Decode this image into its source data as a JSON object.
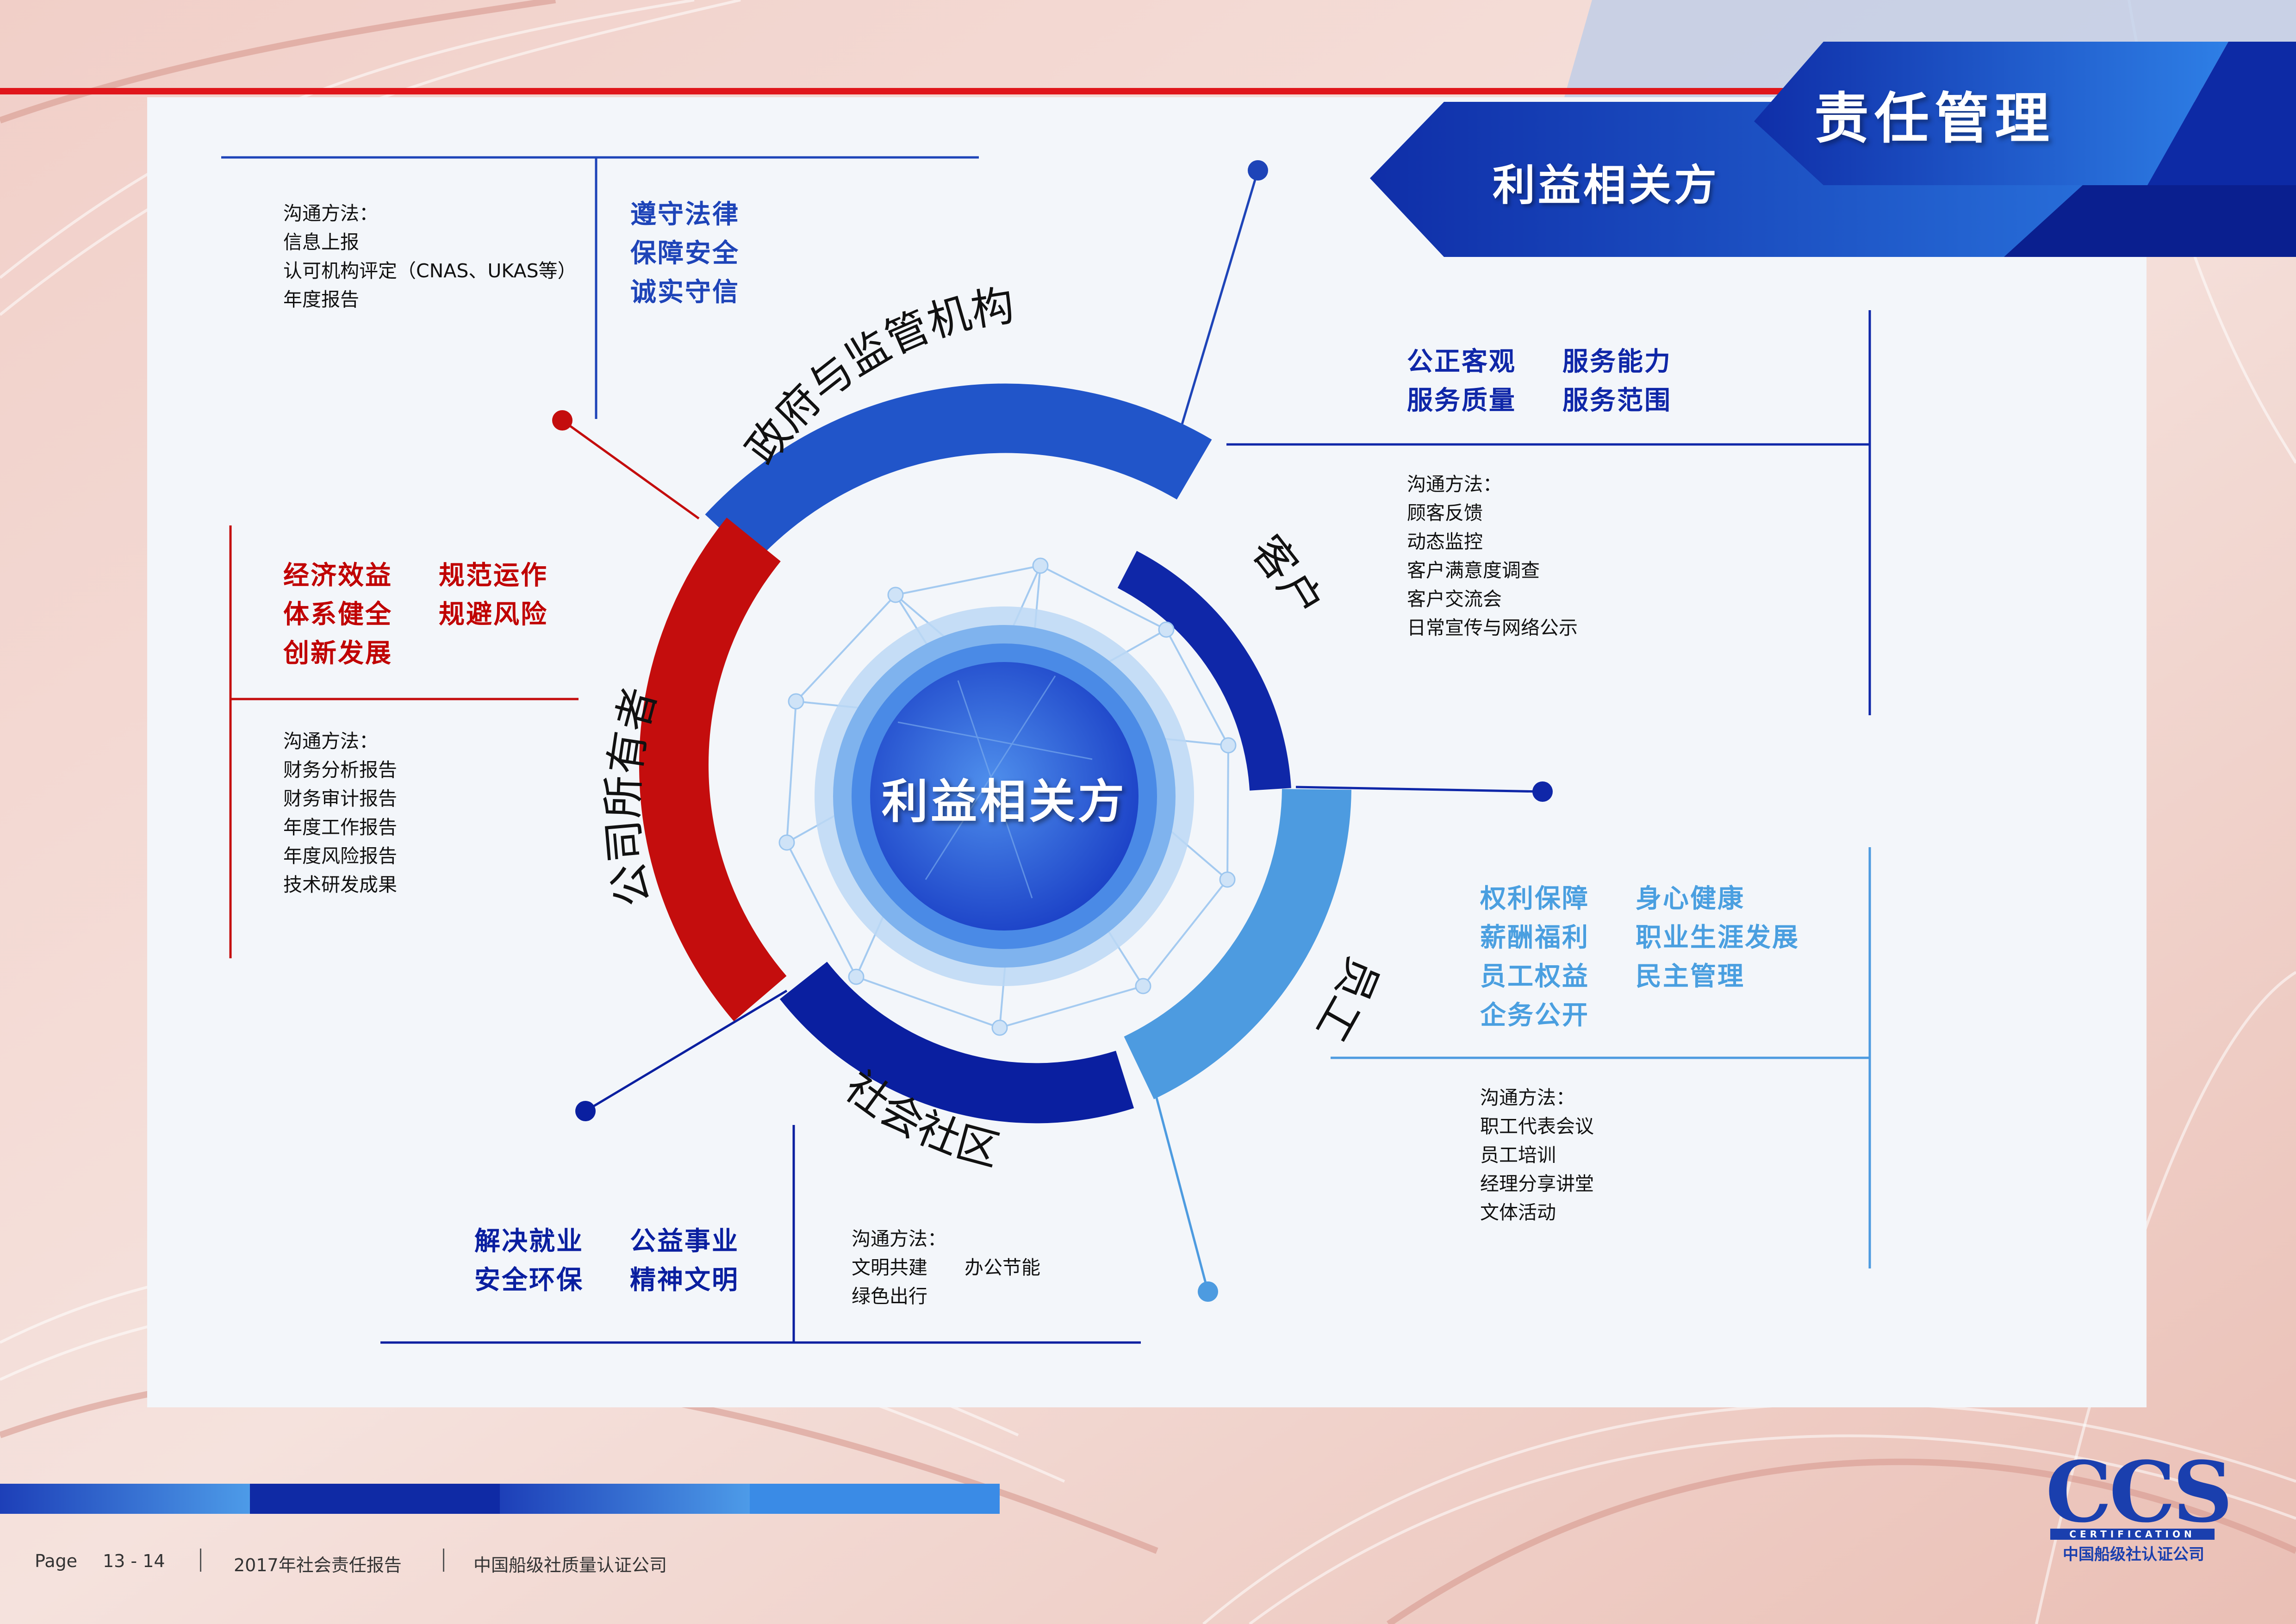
{
  "header": {
    "section_title": "责任管理",
    "subtitle": "利益相关方"
  },
  "center": {
    "label": "利益相关方"
  },
  "stakeholders": [
    {
      "name": "政府与监管机构",
      "color": "#2155c9",
      "keywords": [
        "遵守法律",
        "保障安全",
        "诚实守信"
      ],
      "comm_title": "沟通方法：",
      "comm_methods": [
        "信息上报",
        "认可机构评定（CNAS、UKAS等）",
        "年度报告"
      ]
    },
    {
      "name": "客户",
      "color": "#0f27a8",
      "keywords": [
        "公正客观",
        "服务能力",
        "服务质量",
        "服务范围"
      ],
      "comm_title": "沟通方法：",
      "comm_methods": [
        "顾客反馈",
        "动态监控",
        "客户满意度调查",
        "客户交流会",
        "日常宣传与网络公示"
      ]
    },
    {
      "name": "员工",
      "color": "#4d9be0",
      "keywords": [
        "权利保障",
        "身心健康",
        "薪酬福利",
        "职业生涯发展",
        "员工权益",
        "民主管理",
        "企务公开"
      ],
      "comm_title": "沟通方法：",
      "comm_methods": [
        "职工代表会议",
        "员工培训",
        "经理分享讲堂",
        "文体活动"
      ]
    },
    {
      "name": "社会社区",
      "color": "#0a1fa0",
      "keywords": [
        "解决就业",
        "公益事业",
        "安全环保",
        "精神文明"
      ],
      "comm_title": "沟通方法：",
      "comm_methods": [
        "文明共建",
        "办公节能",
        "绿色出行"
      ]
    },
    {
      "name": "公司所有者",
      "color": "#c40d0d",
      "keywords": [
        "经济效益",
        "规范运作",
        "体系健全",
        "规避风险",
        "创新发展"
      ],
      "comm_title": "沟通方法：",
      "comm_methods": [
        "财务分析报告",
        "财务审计报告",
        "年度工作报告",
        "年度风险报告",
        "技术研发成果"
      ]
    }
  ],
  "footer": {
    "page_label": "Page",
    "page_numbers": "13 - 14",
    "report_title": "2017年社会责任报告",
    "company": "中国船级社质量认证公司"
  },
  "logo": {
    "mark": "CCS",
    "tagline": "CERTIFICATION",
    "company_cn": "中国船级社认证公司"
  },
  "colors": {
    "red_accent": "#c40d0d",
    "blue_dark": "#0f27a8",
    "blue_mid": "#2155c9",
    "blue_light": "#4d9be0"
  }
}
